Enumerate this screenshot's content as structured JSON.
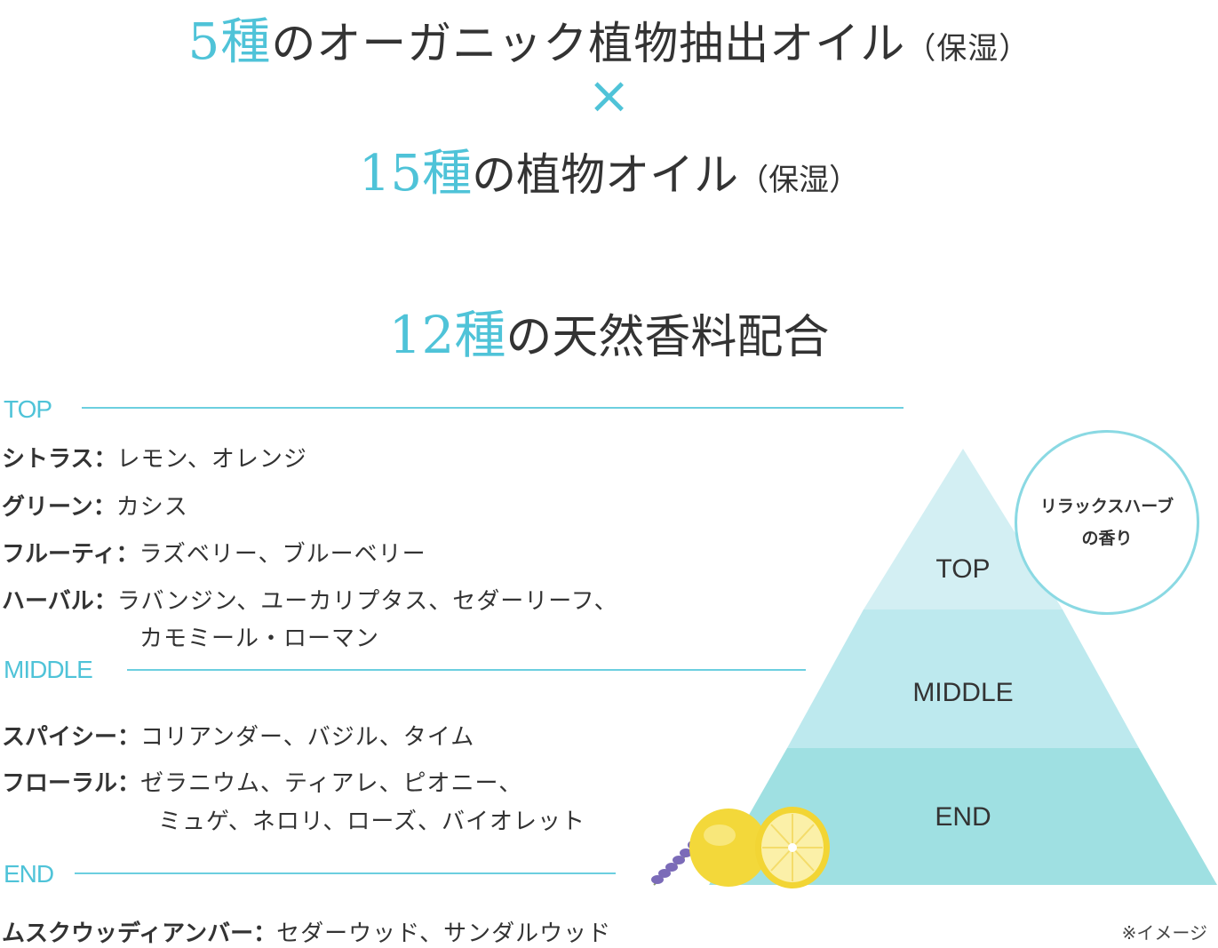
{
  "headline1": {
    "accent": "5種",
    "text": "のオーガニック植物抽出オイル",
    "paren": "（保湿）"
  },
  "cross": "×",
  "headline2": {
    "accent": "15種",
    "text": "の植物オイル",
    "paren": "（保湿）"
  },
  "headline3": {
    "accent": "12種",
    "text": "の天然香料配合"
  },
  "top": {
    "heading": "TOP",
    "rows": [
      {
        "label": "シトラス：",
        "value": "レモン、オレンジ"
      },
      {
        "label": "グリーン：",
        "value": "カシス"
      },
      {
        "label": "フルーティ：",
        "value": "ラズベリー、ブルーベリー"
      },
      {
        "label": "ハーバル：",
        "value": "ラバンジン、ユーカリプタス、セダーリーフ、",
        "cont": "カモミール・ローマン"
      }
    ]
  },
  "middle": {
    "heading": "MIDDLE",
    "rows": [
      {
        "label": "スパイシー：",
        "value": "コリアンダー、バジル、タイム"
      },
      {
        "label": "フローラル：",
        "value": "ゼラニウム、ティアレ、ピオニー、",
        "cont": "ミュゲ、ネロリ、ローズ、バイオレット"
      }
    ]
  },
  "end": {
    "heading": "END",
    "rows": [
      {
        "label": "ムスクウッディアンバー：",
        "value": "セダーウッド、サンダルウッド"
      }
    ]
  },
  "pyramid": {
    "top": "TOP",
    "middle": "MIDDLE",
    "end": "END"
  },
  "badge": {
    "line1": "リラックスハーブ",
    "line2": "の香り"
  },
  "note": "※イメージ",
  "colors": {
    "accent": "#4fc3d8",
    "pyramid_top": "#d3eff3",
    "pyramid_middle": "#bde9ee",
    "pyramid_end": "#9fe0e2"
  }
}
